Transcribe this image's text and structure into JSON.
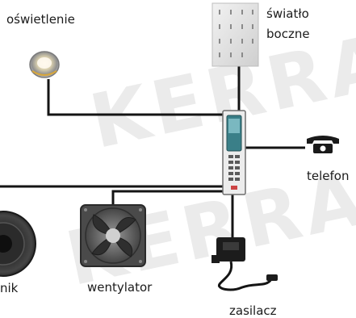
{
  "labels": {
    "lighting": "oświetlenie",
    "side_light_line1": "światło",
    "side_light_line2": "boczne",
    "phone": "telefon",
    "speaker_partial": "nik",
    "fan": "wentylator",
    "power_supply": "zasilacz"
  },
  "watermark": {
    "text": "KERRA",
    "color": "#ebebeb"
  },
  "colors": {
    "wire": "#141414",
    "panel": "#e6e6e6",
    "display": "#3a7f88"
  }
}
